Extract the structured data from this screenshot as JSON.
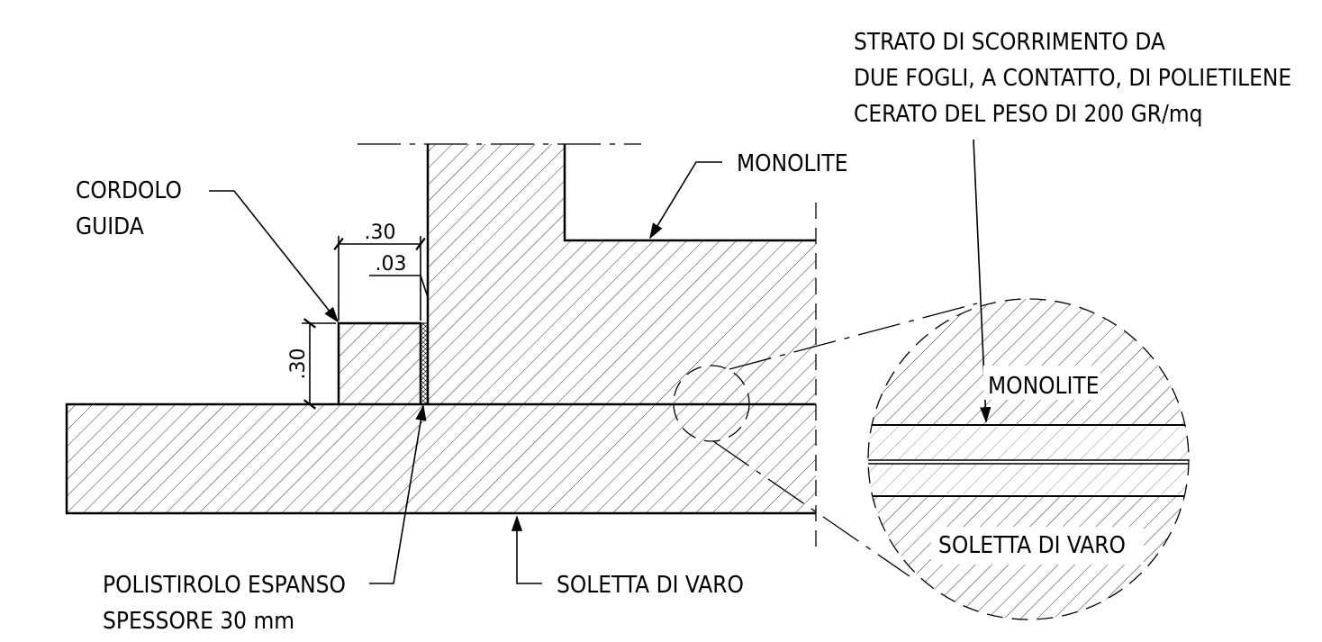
{
  "labels": {
    "sliding_layer": [
      "STRATO DI SCORRIMENTO DA",
      "DUE FOGLI, A CONTATTO, DI POLIETILENE",
      "CERATO DEL PESO DI 200 GR/mq"
    ],
    "monolite_main": "MONOLITE",
    "cordolo": [
      "CORDOLO",
      "GUIDA"
    ],
    "polistirolo": [
      "POLISTIROLO ESPANSO",
      "SPESSORE 30 mm"
    ],
    "soletta_main": "SOLETTA DI VARO",
    "detail_monolite": "MONOLITE",
    "detail_soletta": "SOLETTA DI VARO"
  },
  "dimensions": {
    "cordolo_width": ".30",
    "gap_width": ".03",
    "cordolo_height": ".30"
  }
}
